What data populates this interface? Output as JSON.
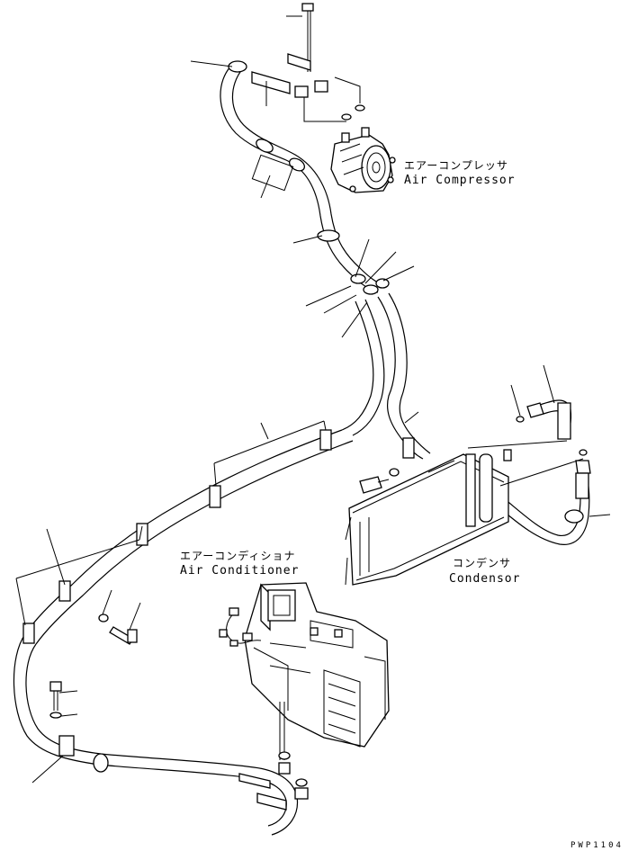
{
  "labels": {
    "air_compressor_jp": "エアーコンプレッサ",
    "air_compressor_en": "Air Compressor",
    "air_conditioner_jp": "エアーコンディショナ",
    "air_conditioner_en": "Air Conditioner",
    "condenser_jp": "コンデンサ",
    "condenser_en": "Condensor"
  },
  "drawing_code": "PWP1104"
}
